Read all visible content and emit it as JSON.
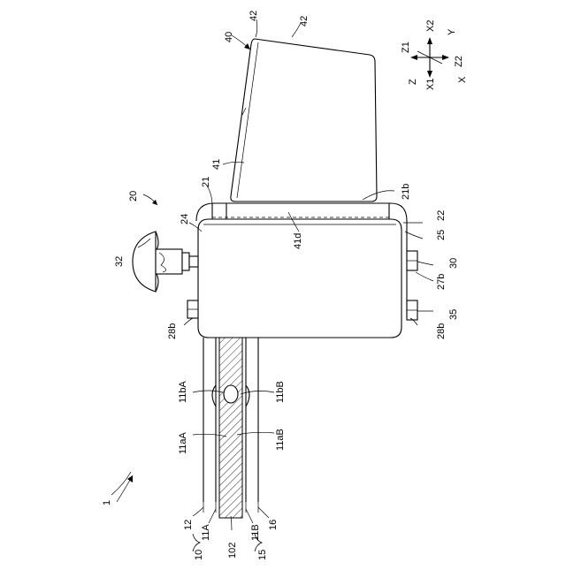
{
  "figure": {
    "labels": {
      "l42a": "42",
      "l42b": "42",
      "l40": "40",
      "l41": "41",
      "l41d": "41d",
      "l21": "21",
      "l21b": "21b",
      "l22": "22",
      "l24": "24",
      "l25": "25",
      "l20": "20",
      "l32": "32",
      "l30": "30",
      "l27b": "27b",
      "l35": "35",
      "l28bL": "28b",
      "l28bR": "28b",
      "l11bA": "11bA",
      "l11bB": "11bB",
      "l11aA": "11aA",
      "l11aB": "11aB",
      "l1": "1",
      "l12": "12",
      "l11A": "11A",
      "l10": "10",
      "l102": "102",
      "l11B": "11B",
      "l16": "16",
      "l15": "15"
    },
    "axes": {
      "z1": "Z1",
      "x2": "X2",
      "y": "Y",
      "z": "Z",
      "x1": "X1",
      "z2": "Z2",
      "x": "X"
    }
  }
}
